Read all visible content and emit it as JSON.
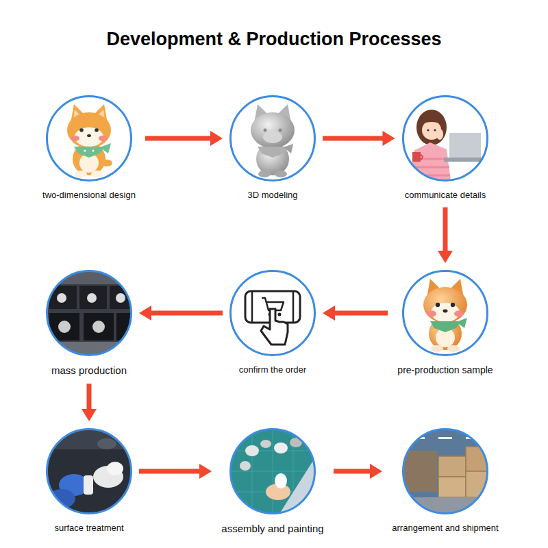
{
  "diagram": {
    "title": "Development & Production Processes",
    "nodes": [
      {
        "text": [
          "two-dimensional design"
        ]
      },
      {
        "text": [
          "3D modeling"
        ]
      },
      {
        "text": [
          "communicate details"
        ]
      },
      {
        "text": [
          "mass production"
        ]
      },
      {
        "text": [
          "confirm the order"
        ]
      },
      {
        "text": [
          "pre-production sample"
        ]
      },
      {
        "text": [
          "surface treatment"
        ]
      },
      {
        "text": [
          "assembly and painting"
        ]
      },
      {
        "text": [
          "arrangement and shipment"
        ]
      }
    ],
    "edges": [
      {
        "from": 0,
        "to": 1,
        "arrow": "to"
      },
      {
        "from": 1,
        "to": 2,
        "arrow": "to"
      },
      {
        "from": 2,
        "to": 5,
        "arrow": "to"
      },
      {
        "from": 5,
        "to": 4,
        "arrow": "to"
      },
      {
        "from": 4,
        "to": 3,
        "arrow": "to"
      },
      {
        "from": 3,
        "to": 6,
        "arrow": "to"
      },
      {
        "from": 6,
        "to": 7,
        "arrow": "to"
      },
      {
        "from": 7,
        "to": 8,
        "arrow": "to"
      }
    ]
  }
}
